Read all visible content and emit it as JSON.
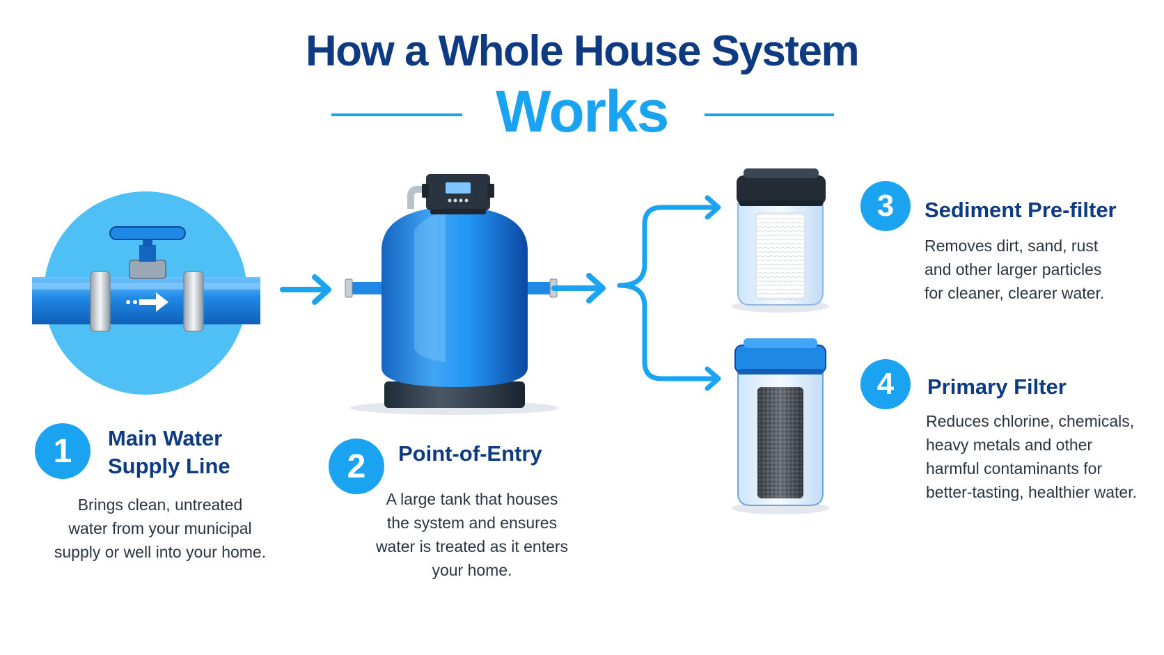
{
  "title": {
    "line1": "How a Whole House System",
    "line2": "Works"
  },
  "colors": {
    "navy": "#0d3a80",
    "accent": "#1aa3f0",
    "pipe": "#1f88e5",
    "text": "#2a3440"
  },
  "steps": [
    {
      "number": "1",
      "title_line1": "Main Water",
      "title_line2": "Supply Line",
      "desc": [
        "Brings clean, untreated",
        "water from your municipal",
        "supply or well into your home."
      ],
      "icon": "pipe-valve-icon"
    },
    {
      "number": "2",
      "title": "Point-of-Entry",
      "desc": [
        "A large tank that houses",
        "the system and ensures",
        "water is treated as it enters",
        "your home."
      ],
      "icon": "tank-icon"
    },
    {
      "number": "3",
      "title": "Sediment Pre-filter",
      "desc": [
        "Removes dirt, sand, rust",
        "and other larger particles",
        "for cleaner, clearer water."
      ],
      "icon": "sediment-filter-icon"
    },
    {
      "number": "4",
      "title": "Primary Filter",
      "desc": [
        "Reduces chlorine, chemicals,",
        "heavy metals and other",
        "harmful contaminants for",
        "better-tasting, healthier water."
      ],
      "icon": "carbon-filter-icon"
    }
  ]
}
